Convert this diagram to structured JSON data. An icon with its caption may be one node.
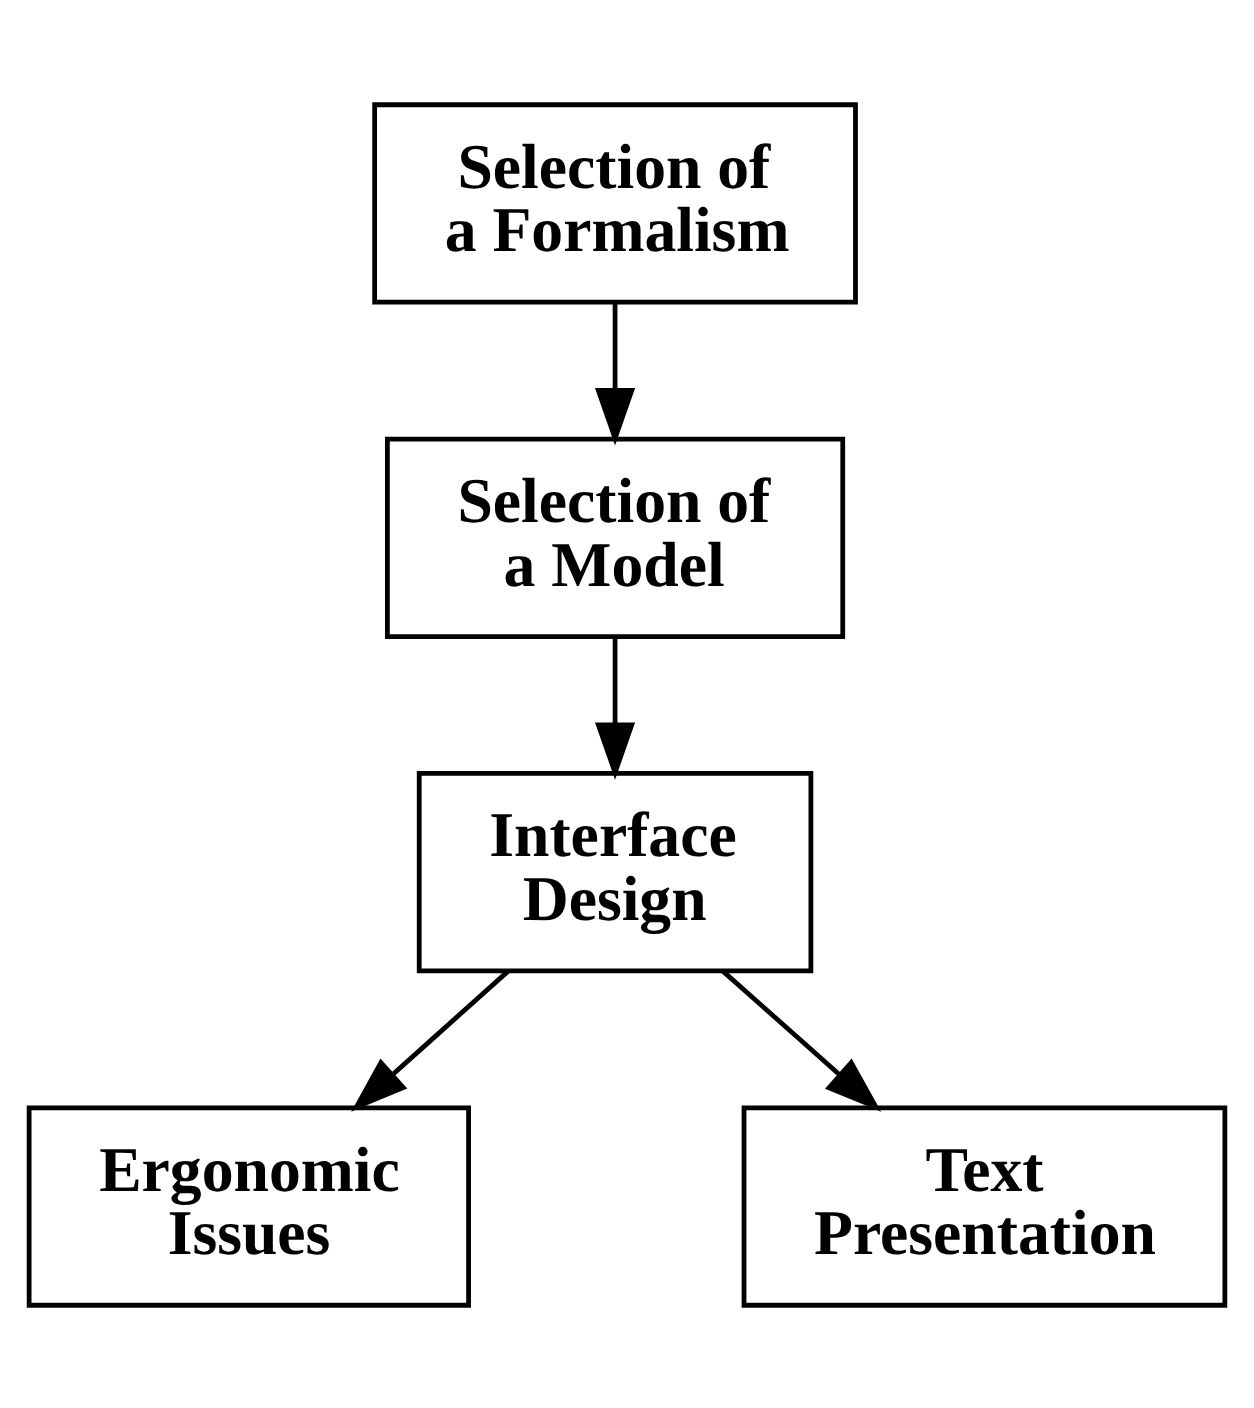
{
  "diagram": {
    "nodes": [
      {
        "text": [
          "Selection of a Formalism"
        ]
      },
      {
        "text": [
          "Selection of a Model"
        ]
      },
      {
        "text": [
          "Interface Design"
        ]
      },
      {
        "text": [
          "Ergonomic Issues"
        ]
      },
      {
        "text": [
          "Text Presentation"
        ]
      }
    ],
    "edges": [
      {
        "from": 0,
        "to": 1,
        "arrow": "to"
      },
      {
        "from": 1,
        "to": 2,
        "arrow": "to"
      },
      {
        "from": 2,
        "to": 3,
        "arrow": "to"
      },
      {
        "from": 2,
        "to": 4,
        "arrow": "to"
      }
    ]
  }
}
